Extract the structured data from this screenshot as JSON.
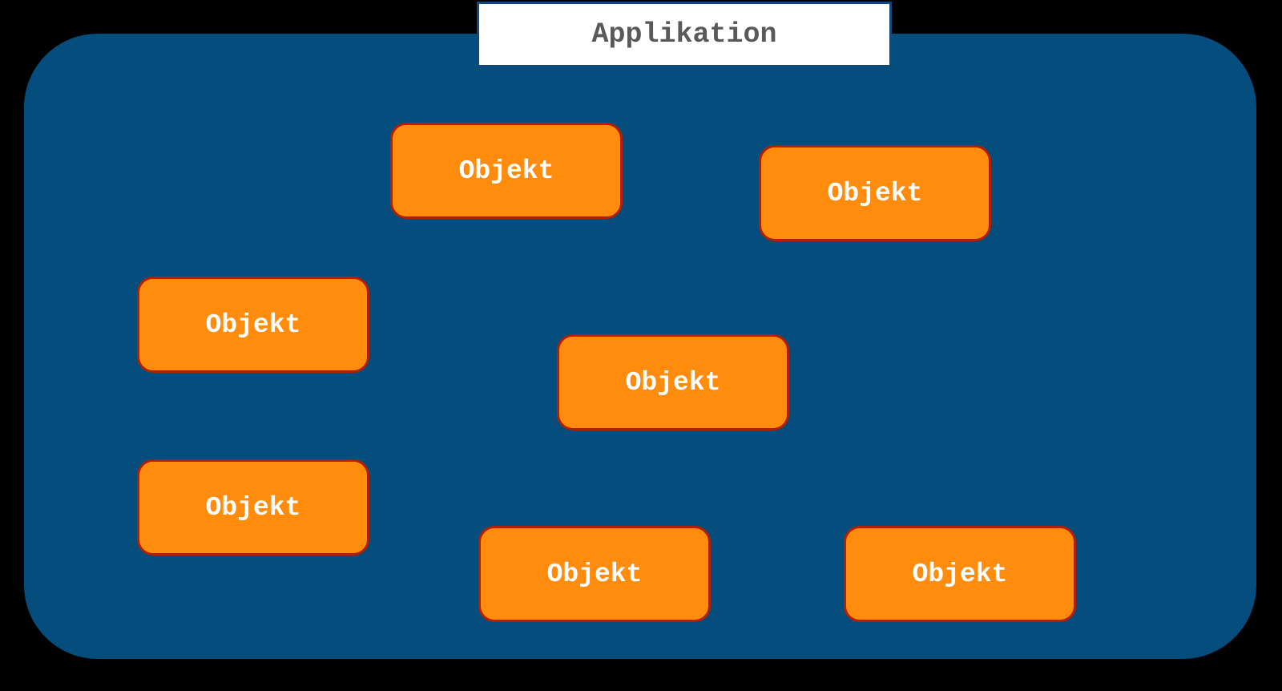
{
  "diagram": {
    "title": "Applikation",
    "objects": [
      {
        "id": "top-center",
        "label": "Objekt"
      },
      {
        "id": "top-right",
        "label": "Objekt"
      },
      {
        "id": "mid-left",
        "label": "Objekt"
      },
      {
        "id": "center",
        "label": "Objekt"
      },
      {
        "id": "lower-left",
        "label": "Objekt"
      },
      {
        "id": "bottom-center",
        "label": "Objekt"
      },
      {
        "id": "bottom-right",
        "label": "Objekt"
      }
    ],
    "colors": {
      "background": "#000000",
      "container_fill": "#054d7d",
      "object_fill": "#ff8c0d",
      "object_border": "#b32000",
      "object_text": "#ffffff",
      "title_fill": "#ffffff",
      "title_text": "#595959",
      "title_border": "#11497a"
    }
  }
}
